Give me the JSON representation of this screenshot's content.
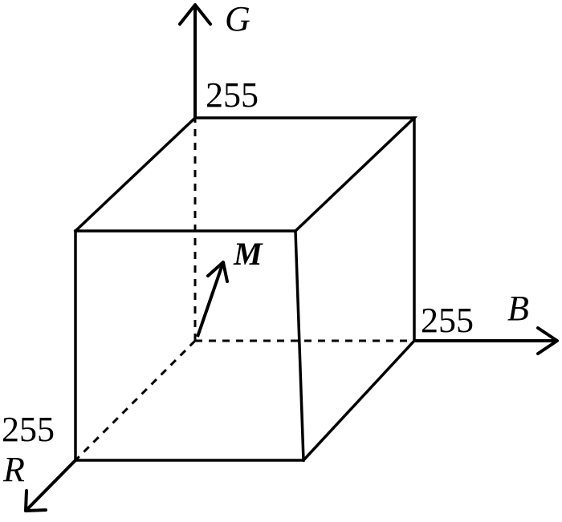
{
  "axes": {
    "g": {
      "name": "G",
      "max_label": "255"
    },
    "b": {
      "name": "B",
      "max_label": "255"
    },
    "r": {
      "name": "R",
      "max_label": "255"
    }
  },
  "vector": {
    "name": "M"
  }
}
